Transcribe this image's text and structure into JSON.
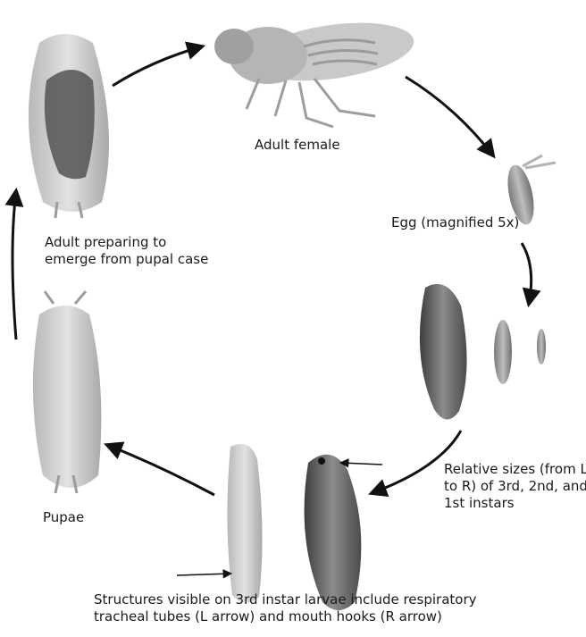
{
  "labels": {
    "adult_female": "Adult female",
    "egg": "Egg (magnified 5x)",
    "preparing": [
      "Adult preparing to",
      "emerge from pupal case"
    ],
    "pupae": "Pupae",
    "relative_sizes": [
      "Relative sizes (from L",
      "to R) of 3rd, 2nd, and",
      "1st instars"
    ],
    "structures": [
      "Structures visible on 3rd instar larvae include respiratory",
      "tracheal tubes (L arrow) and mouth hooks (R arrow)"
    ]
  },
  "colors": {
    "text": "#1a1a1a",
    "arrow": "#111111",
    "specimen_light": "#d9d9d9",
    "specimen_mid": "#a8a8a8",
    "specimen_dark": "#4a4a4a"
  }
}
